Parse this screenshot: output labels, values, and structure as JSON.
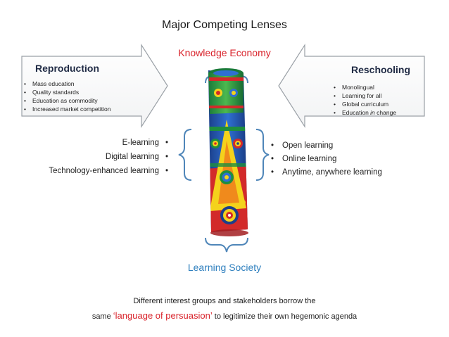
{
  "title": "Major Competing Lenses",
  "top_label": "Knowledge Economy",
  "bottom_label": "Learning Society",
  "left_box": {
    "heading": "Reproduction",
    "items": [
      "Mass education",
      "Quality standards",
      "Education as commodity",
      "Increased market competition"
    ]
  },
  "right_box": {
    "heading": "Reschooling",
    "items": [
      "Monolingual",
      "Learning for all",
      "Global curriculum"
    ],
    "last_item_prefix": "Education ",
    "last_item_emphasis": "in",
    "last_item_suffix": " change"
  },
  "left_list": [
    "E-learning",
    "Digital learning",
    "Technology-enhanced learning"
  ],
  "right_list": [
    "Open learning",
    "Online learning",
    "Anytime, anywhere learning"
  ],
  "bullet": "•",
  "footnote": {
    "line1": "Different interest groups and stakeholders borrow the",
    "line2_prefix": "same ",
    "line2_emphasis": "‘language of persuasion’",
    "line2_suffix": " to legitimize their own hegemonic agenda"
  },
  "colors": {
    "accent_red": "#d9232b",
    "accent_blue": "#2e7fbe",
    "bracket_blue": "#4f86b9",
    "arrow_stroke": "#9aa0a6"
  }
}
